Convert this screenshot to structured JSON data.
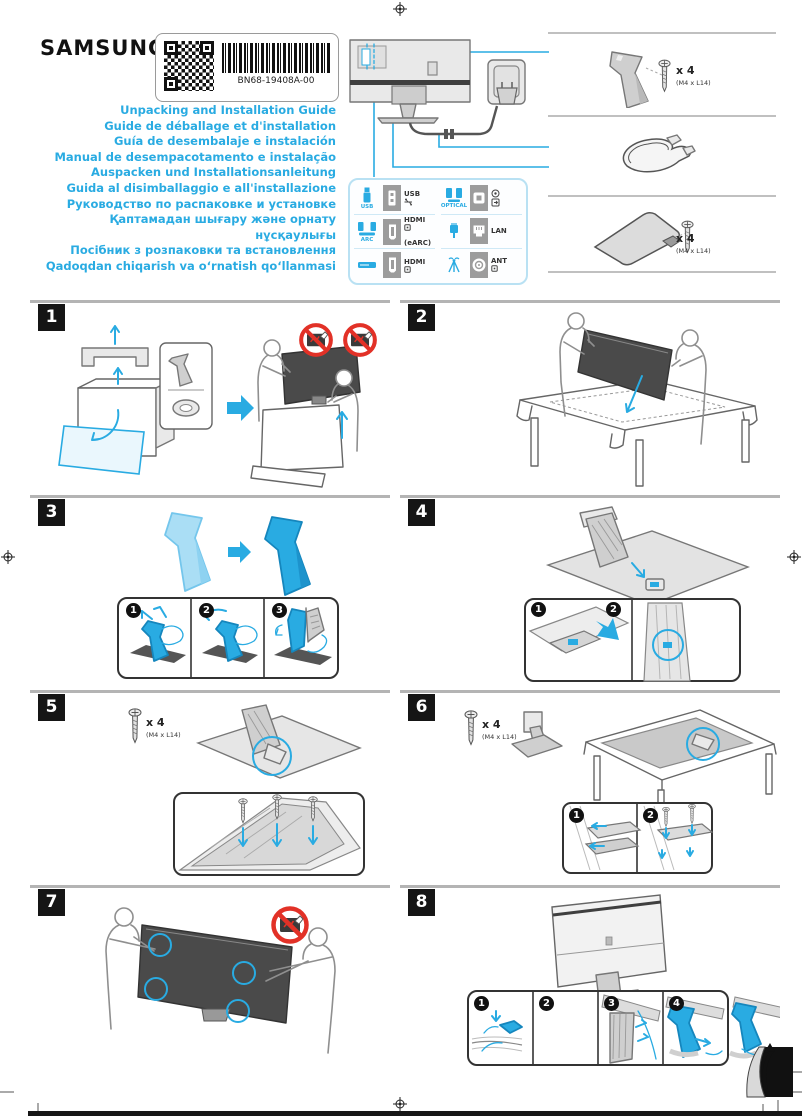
{
  "colors": {
    "accent": "#29abe2",
    "prohibit": "#e23127",
    "badge": "#151515"
  },
  "header": {
    "brand": "SAMSUNG",
    "part_number": "BN68-19408A-00",
    "titles": [
      "Unpacking and Installation Guide",
      "Guide de déballage et d'installation",
      "Guía de desembalaje e instalación",
      "Manual de desempacotamento e instalação",
      "Auspacken und Installationsanleitung",
      "Guida al disimballaggio e all'installazione",
      "Руководство по распаковке и установке",
      "Қаптамадан шығару және орнату нұсқаулығы",
      "Посібник з розпаковки та встановлення",
      "Qadoqdan chiqarish va o‘rnatish qo‘llanmasi"
    ]
  },
  "ports": {
    "left": [
      {
        "device_label": "USB",
        "port_label": "USB"
      },
      {
        "device_label": "ARC",
        "port_label": "HDMI",
        "port_label2": "(eARC)"
      },
      {
        "device_label": "",
        "port_label": "HDMI"
      }
    ],
    "right": [
      {
        "device_label": "OPTICAL",
        "port_label": ""
      },
      {
        "device_label": "",
        "port_label": "LAN"
      },
      {
        "device_label": "",
        "port_label": "ANT"
      }
    ]
  },
  "parts": {
    "stand_neck": {
      "qty": "x 4",
      "spec": "(M4 x L14)"
    },
    "stand_base": {
      "qty": "x 4",
      "spec": "(M4 x L14)"
    }
  },
  "steps": {
    "labels": [
      "1",
      "2",
      "3",
      "4",
      "5",
      "6",
      "7",
      "8"
    ],
    "s3_sub": [
      "1",
      "2",
      "3"
    ],
    "s4_sub": [
      "1",
      "2"
    ],
    "s5": {
      "qty": "x 4",
      "spec": "(M4 x L14)"
    },
    "s6": {
      "qty": "x 4",
      "spec": "(M4 x L14)"
    },
    "s6_sub": [
      "1",
      "2"
    ],
    "s8_sub": [
      "1",
      "2",
      "3",
      "4"
    ]
  }
}
